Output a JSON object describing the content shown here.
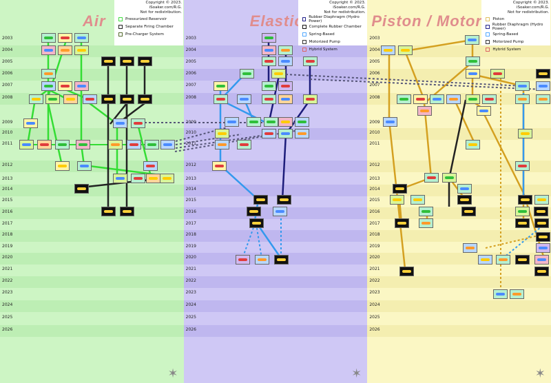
{
  "copyright": [
    "Copyright © 2023. iSoaker.com/R.G.",
    "Not for redistribution."
  ],
  "panels": [
    {
      "title": "Air",
      "legend": [
        {
          "label": "Pressurized Reservoir",
          "color": "#44dd44"
        },
        {
          "label": "Separate Firing Chamber",
          "color": "#222222"
        },
        {
          "label": "Pre-Charger System",
          "color": "#556b2f"
        }
      ]
    },
    {
      "title": "Elastic",
      "legend": [
        {
          "label": "Rubber Diaphragm (Hydro Power)",
          "color": "#22228a"
        },
        {
          "label": "Complete Rubber Chamber",
          "color": "#111111"
        },
        {
          "label": "Spring-Based",
          "color": "#55aaff"
        },
        {
          "label": "Motorized Pump",
          "color": "#333333"
        },
        {
          "label": "Hybrid System",
          "color": "#dd6666"
        }
      ]
    },
    {
      "title": "Piston / Motor",
      "legend": [
        {
          "label": "Piston",
          "color": "#e0c060"
        },
        {
          "label": "Rubber Diaphragm (Hydro Power)",
          "color": "#22228a"
        },
        {
          "label": "Spring-Based",
          "color": "#55aaff"
        },
        {
          "label": "Motorized Pump",
          "color": "#333333"
        },
        {
          "label": "Hybrid System",
          "color": "#dd6666"
        }
      ]
    }
  ],
  "years": [
    "2003",
    "2004",
    "2005",
    "2006",
    "2007",
    "2008",
    "2009",
    "2010",
    "2011",
    "2012",
    "2013",
    "2014",
    "2015",
    "2016",
    "2017",
    "2018",
    "2019",
    "2020",
    "2021",
    "2022",
    "2023",
    "2024",
    "2025",
    "2026"
  ],
  "colors": {
    "air_bg": "#cdf5c4",
    "elastic_bg": "#cfc8f5",
    "piston_bg": "#fbf7c4",
    "air_line": "#33dd33",
    "sfc_line": "#222222",
    "prech_line": "#3b5a2a",
    "diaphragm_line": "#1c1c7a",
    "spring_line": "#3399ee",
    "piston_line": "#d4a020"
  }
}
